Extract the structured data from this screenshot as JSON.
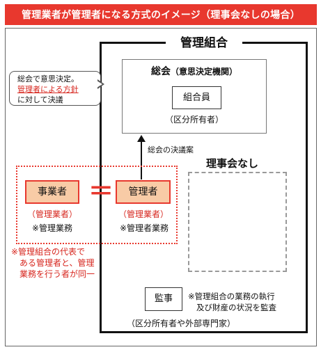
{
  "title": "管理業者が管理者になる方式のイメージ（理事会なしの場合）",
  "union": {
    "label": "管理組合"
  },
  "assembly": {
    "title": "総会",
    "subtitle": "（意思決定機関）",
    "member_label": "組合員",
    "member_sub": "（区分所有者）"
  },
  "callout": {
    "line1": "総会で意思決定。",
    "line2": "管理者による方針",
    "line3": "に対して決議"
  },
  "resolution_label": "総会の決議案",
  "no_board_label": "理事会なし",
  "business": {
    "label": "事業者",
    "sub": "（管理業者）",
    "note": "※管理業務"
  },
  "equals": "＝",
  "manager": {
    "label": "管理者",
    "sub": "（管理業者）",
    "note": "※管理者業務"
  },
  "red_note": {
    "line1": "※管理組合の代表で",
    "line2": "ある管理者と、管理",
    "line3": "業務を行う者が同一"
  },
  "auditor": {
    "label": "監事",
    "desc_line1": "※管理組合の業務の執行",
    "desc_line2": "及び財産の状況を監査",
    "sub": "（区分所有者や外部専門家）"
  },
  "colors": {
    "accent_red": "#e8382e",
    "box_orange": "#f8cba6"
  }
}
